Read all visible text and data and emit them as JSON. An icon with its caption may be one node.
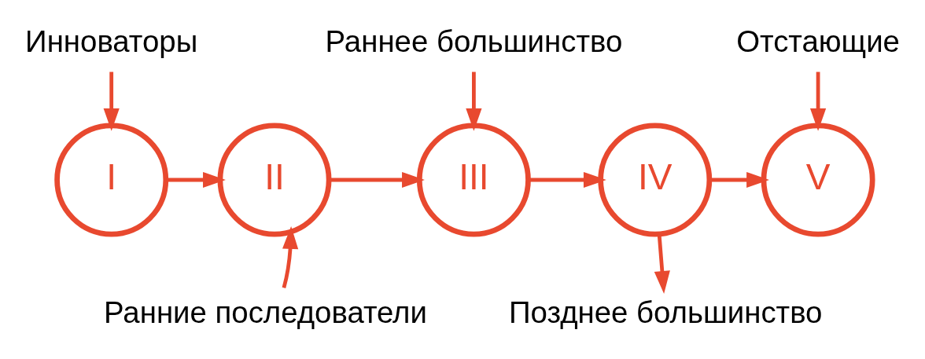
{
  "diagram": {
    "nodes": [
      {
        "text": [
          "Инноваторы"
        ]
      },
      {
        "text": [
          "I"
        ]
      },
      {
        "text": [
          "Ранние последователи"
        ]
      },
      {
        "text": [
          "II"
        ]
      },
      {
        "text": [
          "Раннее большинство"
        ]
      },
      {
        "text": [
          "III"
        ]
      },
      {
        "text": [
          "IV"
        ]
      },
      {
        "text": [
          "Позднее большинство"
        ]
      },
      {
        "text": [
          "Отстающие"
        ]
      },
      {
        "text": [
          "V"
        ]
      }
    ],
    "edges": [
      {
        "from": 0,
        "to": 1,
        "arrow": "to"
      },
      {
        "from": 1,
        "to": 3,
        "arrow": "to"
      },
      {
        "from": 2,
        "to": 3,
        "arrow": "to"
      },
      {
        "from": 3,
        "to": 5,
        "arrow": "to"
      },
      {
        "from": 4,
        "to": 5,
        "arrow": "to"
      },
      {
        "from": 5,
        "to": 6,
        "arrow": "to"
      },
      {
        "from": 6,
        "to": 7,
        "arrow": "to"
      },
      {
        "from": 6,
        "to": 9,
        "arrow": "to"
      },
      {
        "from": 8,
        "to": 9,
        "arrow": "to"
      }
    ]
  }
}
